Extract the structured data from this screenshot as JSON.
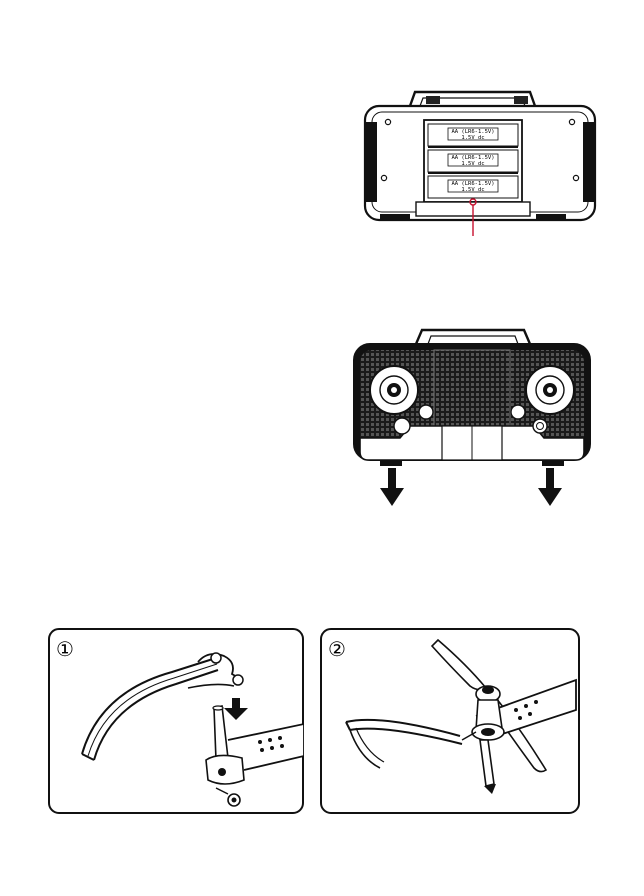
{
  "battery_figure": {
    "label_line1": "AA (LR6-1.5V)",
    "label_line2": "1.5V dc",
    "accent": "#c8102e"
  },
  "assembly": {
    "step1_marker": "①",
    "step2_marker": "②"
  },
  "icons": {
    "arrow": "arrow-down-icon"
  }
}
